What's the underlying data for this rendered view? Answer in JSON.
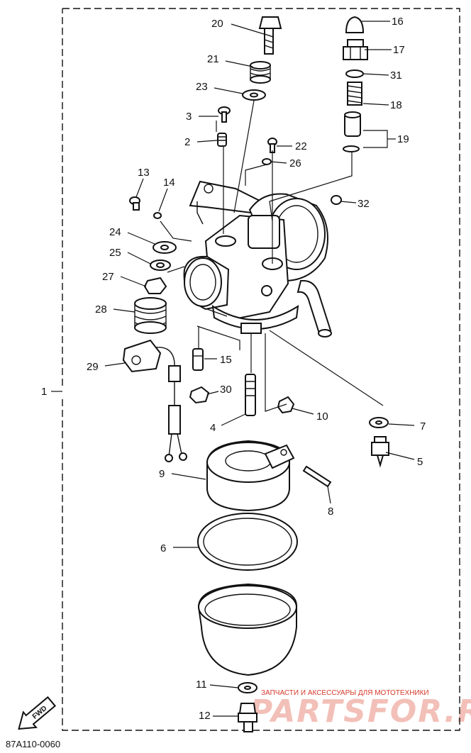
{
  "diagram": {
    "frame_label": "1",
    "code": "87A110-0060",
    "fwd_label": "FWD",
    "watermark": {
      "caption": "ЗАПЧАСТИ И АКСЕССУАРЫ ДЛЯ МОТОТЕХНИКИ",
      "brand": "PARTSFOR.RU"
    },
    "callouts": [
      "20",
      "16",
      "17",
      "21",
      "31",
      "23",
      "18",
      "3",
      "19",
      "2",
      "22",
      "26",
      "13",
      "14",
      "32",
      "24",
      "25",
      "27",
      "28",
      "15",
      "29",
      "30",
      "10",
      "4",
      "7",
      "5",
      "9",
      "8",
      "6",
      "11",
      "12"
    ]
  }
}
